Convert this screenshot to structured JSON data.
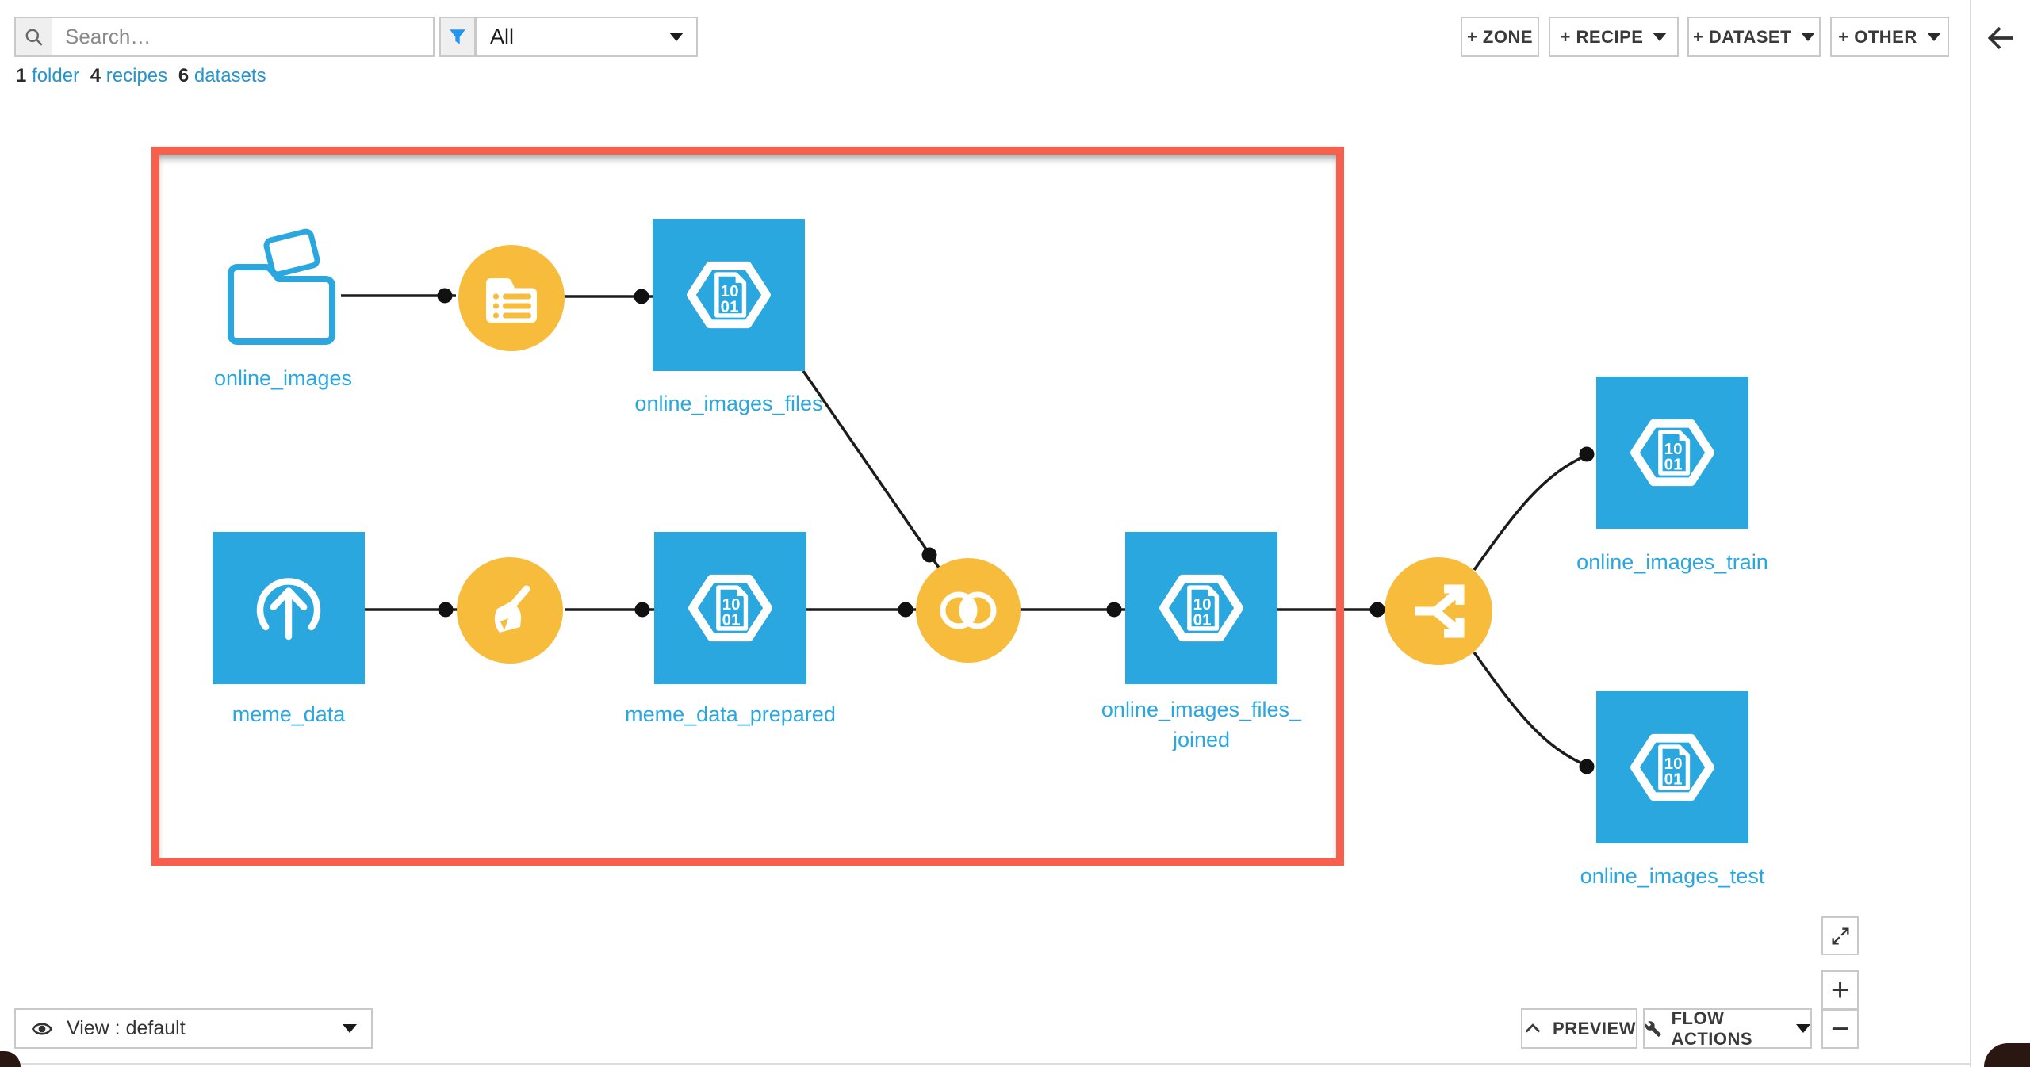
{
  "header": {
    "search": {
      "placeholder": "Search…"
    },
    "filter": {
      "selected": "All"
    },
    "summary": {
      "folder_count": "1",
      "folder_label": "folder",
      "recipes_count": "4",
      "recipes_label": "recipes",
      "datasets_count": "6",
      "datasets_label": "datasets"
    },
    "actions": {
      "zone": "+ ZONE",
      "recipe": "+ RECIPE",
      "dataset": "+ DATASET",
      "other": "+ OTHER"
    }
  },
  "flow": {
    "zone": {
      "border_color": "#F95F4D"
    },
    "dataset_icon_text": {
      "line1": "10",
      "line2": "01"
    },
    "nodes": {
      "online_images": {
        "label": "online_images",
        "type": "managed folder"
      },
      "files_in_folder_recipe": {
        "type": "list files recipe"
      },
      "online_images_files": {
        "label": "online_images_files",
        "type": "dataset"
      },
      "meme_data": {
        "label": "meme_data",
        "type": "uploaded dataset"
      },
      "prepare_recipe": {
        "type": "prepare recipe"
      },
      "meme_data_prepared": {
        "label": "meme_data_prepared",
        "type": "dataset"
      },
      "join_recipe": {
        "type": "join recipe"
      },
      "online_images_files_joined": {
        "label_line1": "online_images_files_",
        "label_line2": "joined",
        "type": "dataset"
      },
      "split_recipe": {
        "type": "split recipe"
      },
      "online_images_train": {
        "label": "online_images_train",
        "type": "dataset"
      },
      "online_images_test": {
        "label": "online_images_test",
        "type": "dataset"
      }
    },
    "colors": {
      "dataset_blue": "#2BA7DF",
      "recipe_yellow": "#F7BC3C",
      "label_blue": "#2BA7DF",
      "edge_black": "#1c1c1c",
      "zone_red": "#F95F4D"
    }
  },
  "footer": {
    "view_selector_label": "View : default",
    "preview_label": "PREVIEW",
    "flow_actions_label": "FLOW ACTIONS",
    "zoom_in": "+",
    "zoom_out": "−"
  }
}
